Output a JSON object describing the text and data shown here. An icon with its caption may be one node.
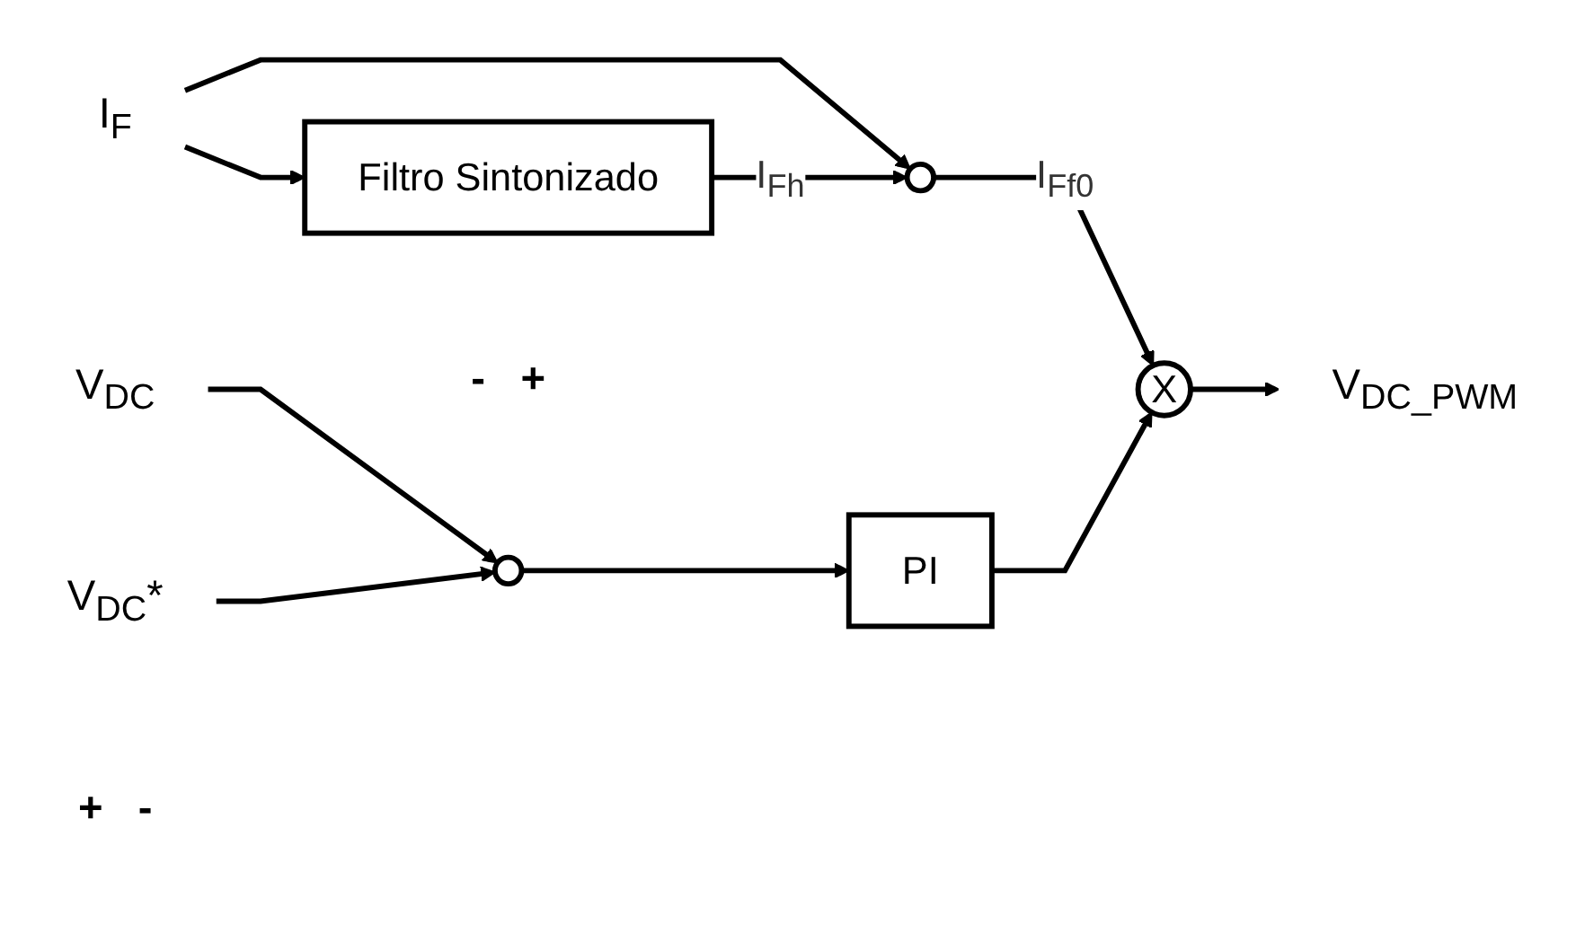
{
  "diagram": {
    "nodes": [
      {
        "text": [
          "I$_{F}$"
        ]
      },
      {
        "text": [
          "Filtro Sintonizado"
        ]
      },
      {
        "text": [],
        "shape": "circle",
        "beside": [
          "-",
          "+"
        ]
      },
      {
        "text": [
          "X"
        ]
      },
      {
        "text": [
          "V$_{DC_PWM}$"
        ]
      },
      {
        "text": [
          "V$_{DC}$"
        ]
      },
      {
        "text": [],
        "shape": "circle",
        "beside": [
          "+",
          "-"
        ]
      },
      {
        "text": [
          "V$_{DC}$*"
        ]
      },
      {
        "text": [
          "PI"
        ]
      }
    ],
    "edges": [
      {
        "from": 0,
        "to": 1,
        "arrow": "to"
      },
      {
        "from": 0,
        "to": 2,
        "arrow": "to"
      },
      {
        "from": 1,
        "to": 2,
        "arrow": "to",
        "label": "I$_{Fh}$"
      },
      {
        "from": 2,
        "to": 3,
        "arrow": "to",
        "label": "I$_{Ff0}$"
      },
      {
        "from": 3,
        "to": 4,
        "arrow": "to"
      },
      {
        "from": 5,
        "to": 6,
        "arrow": "to"
      },
      {
        "from": 7,
        "to": 6,
        "arrow": "to"
      },
      {
        "from": 6,
        "to": 8,
        "arrow": "to"
      },
      {
        "from": 8,
        "to": 3,
        "arrow": "to"
      }
    ]
  }
}
